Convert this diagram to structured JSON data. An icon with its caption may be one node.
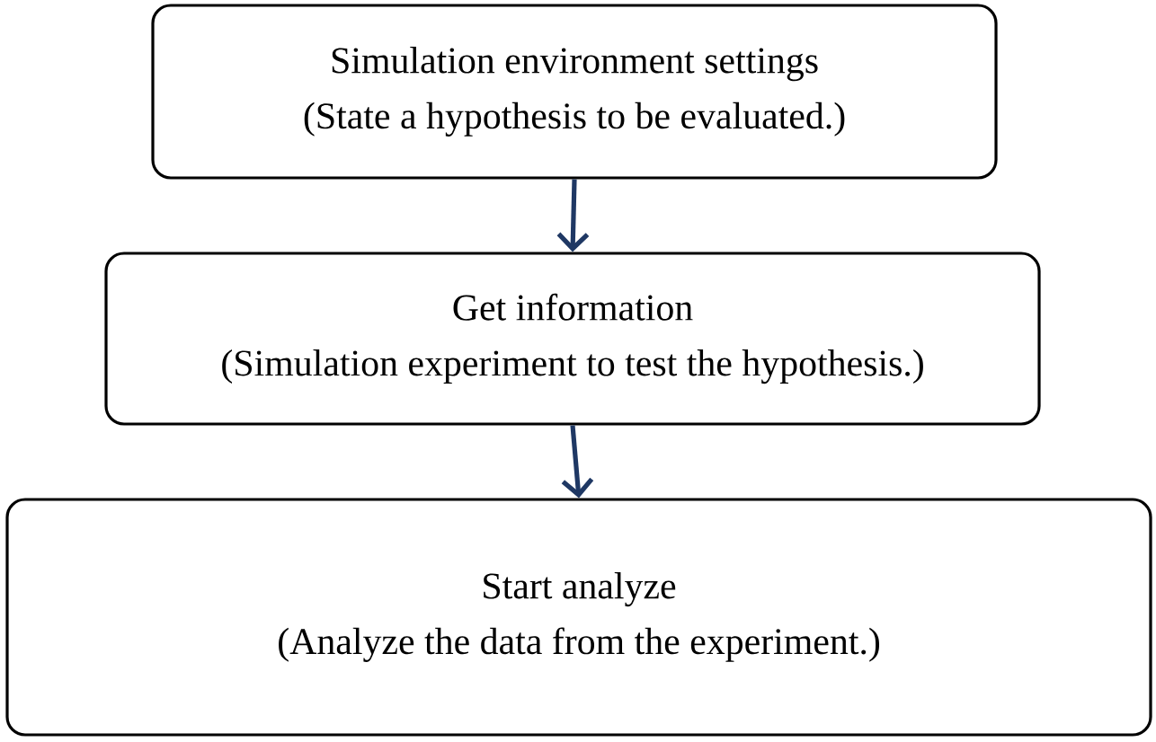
{
  "diagram": {
    "nodes": [
      {
        "text": [
          "Simulation environment settings",
          "(State a hypothesis to be evaluated.)"
        ]
      },
      {
        "text": [
          "Get information",
          "(Simulation experiment to test the hypothesis.)"
        ]
      },
      {
        "text": [
          "Start analyze",
          "(Analyze the data from the experiment.)"
        ]
      }
    ],
    "edges": [
      {
        "from": 0,
        "to": 1,
        "arrow": "to",
        "color": "#1f3864"
      },
      {
        "from": 1,
        "to": 2,
        "arrow": "to",
        "color": "#1f3864"
      }
    ]
  }
}
